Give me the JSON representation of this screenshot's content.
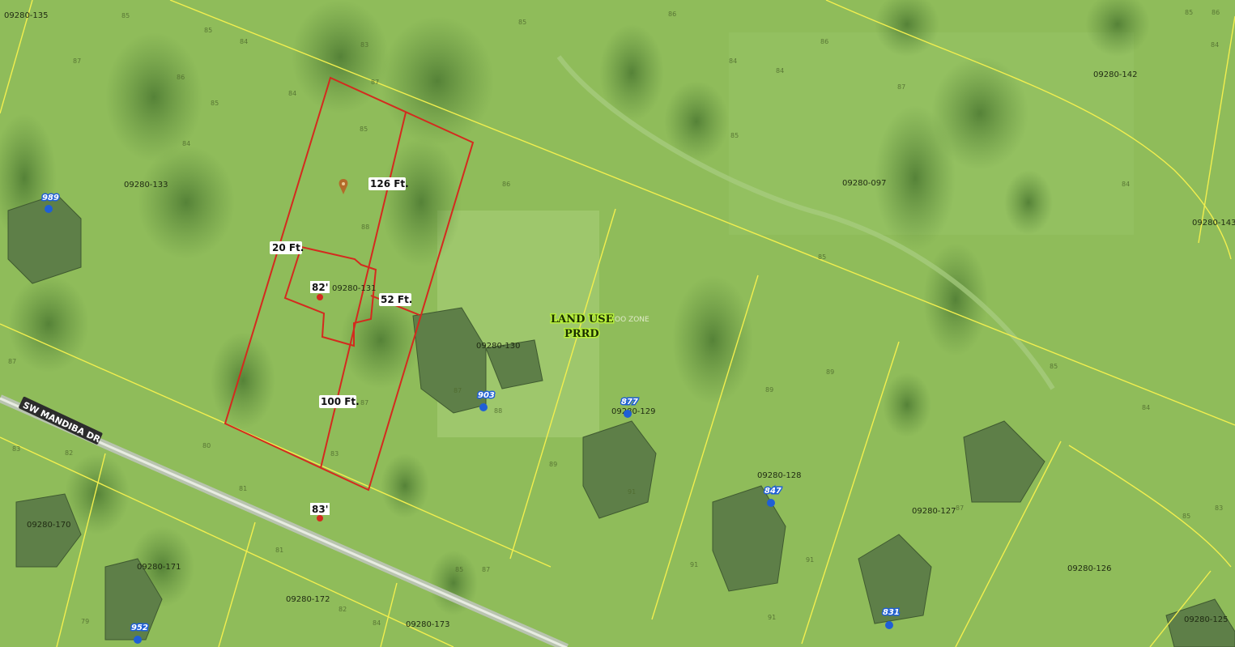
{
  "map": {
    "street": "SW MANDIBA DR",
    "land_use_line1": "LAND USE",
    "land_use_line2": "PRRD",
    "zone_label": "OO ZONE",
    "parcels": [
      {
        "id": "09280-135"
      },
      {
        "id": "09280-142"
      },
      {
        "id": "09280-133"
      },
      {
        "id": "09280-097"
      },
      {
        "id": "09280-143"
      },
      {
        "id": "09280-131"
      },
      {
        "id": "09280-130"
      },
      {
        "id": "09280-129"
      },
      {
        "id": "09280-128"
      },
      {
        "id": "09280-127"
      },
      {
        "id": "09280-126"
      },
      {
        "id": "09280-125"
      },
      {
        "id": "09280-170"
      },
      {
        "id": "09280-171"
      },
      {
        "id": "09280-172"
      },
      {
        "id": "09280-173"
      }
    ],
    "measurements": [
      "126 Ft.",
      "20 Ft.",
      "52 Ft.",
      "100 Ft."
    ],
    "spot_elevations": [
      "82'",
      "83'"
    ],
    "addresses": [
      "989",
      "903",
      "877",
      "847",
      "831",
      "952"
    ],
    "contour_labels": [
      "87",
      "85",
      "84",
      "85",
      "83",
      "84",
      "86",
      "85",
      "84",
      "85",
      "86",
      "84",
      "86",
      "87",
      "84",
      "85",
      "87",
      "85",
      "88",
      "86",
      "87",
      "89",
      "85",
      "84",
      "88",
      "89",
      "87",
      "85",
      "83",
      "82",
      "80",
      "81",
      "83",
      "87",
      "85",
      "87",
      "89",
      "91",
      "91",
      "91",
      "91",
      "87",
      "85",
      "84",
      "83",
      "84",
      "79",
      "81",
      "82",
      "84",
      "86",
      "85"
    ],
    "colors": {
      "background": "#8fbc5a",
      "parcel_line": "#f2ef4f",
      "selected_parcel": "#d42a1e",
      "address_marker": "#1f5fd6",
      "label_land_use": "#b7ef3a"
    }
  }
}
